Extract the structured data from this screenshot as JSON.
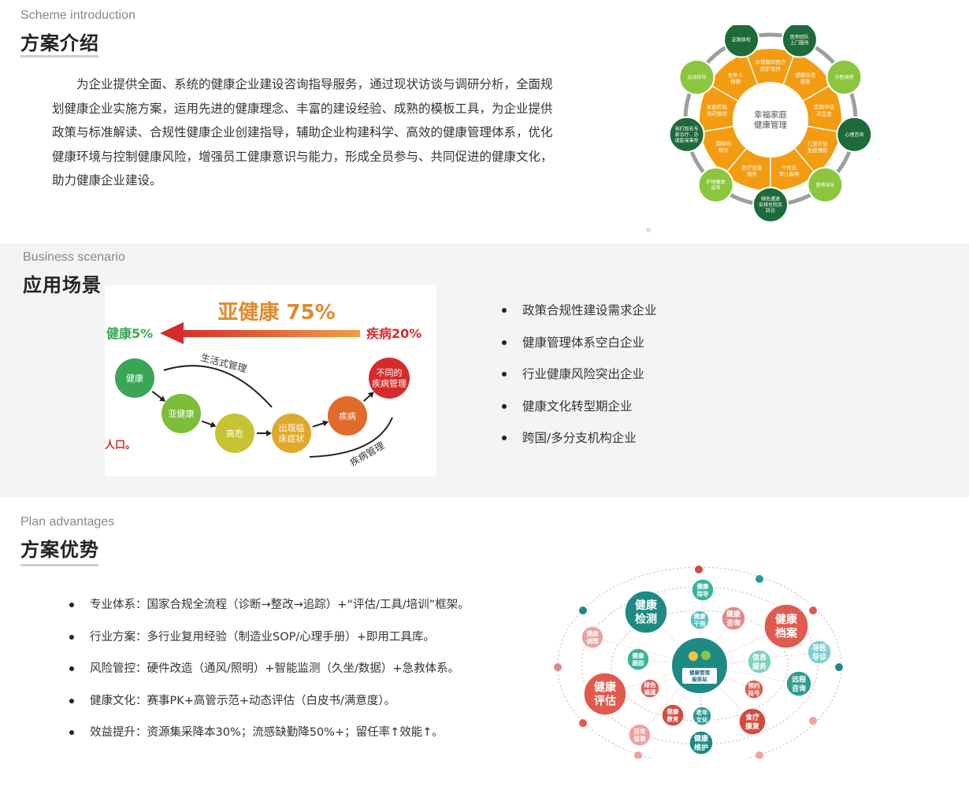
{
  "intro": {
    "en_title": "Scheme introduction",
    "cn_title": "方案介绍",
    "paragraph": "为企业提供全面、系统的健康企业建设咨询指导服务，通过现状访谈与调研分析，全面规划健康企业实施方案，运用先进的健康理念、丰富的建设经验、成熟的模板工具，为企业提供政策与标准解读、合规性健康企业创建指导，辅助企业构建科学、高效的健康管理体系，优化健康环境与控制健康风险，增强员工健康意识与能力，形成全员参与、共同促进的健康文化，助力健康企业建设。",
    "wheel": {
      "center": [
        "幸福家庭",
        "健康管理"
      ],
      "inner_segments": [
        [
          "孕育期间医疗",
          "照护支持"
        ],
        [
          "健康信息",
          "服务"
        ],
        [
          "定期评估",
          "及宣查"
        ],
        [
          "儿童计划",
          "免疫预防"
        ],
        [
          "个性化",
          "育儿指导"
        ],
        [
          "医疗设备",
          "服务"
        ],
        [
          "国际间",
          "转诊"
        ],
        [
          "家庭药箱",
          "用药指导"
        ],
        [
          "老年人",
          "保健"
        ]
      ],
      "outer_nodes": [
        [
          "医师团队",
          "上门服务"
        ],
        [
          "中医调理"
        ],
        [
          "心理咨询"
        ],
        [
          "营养指导"
        ],
        [
          "绿色通道",
          "安排住院及",
          "转诊"
        ],
        [
          "护理康复",
          "指导"
        ],
        [
          "我们知名专",
          "家诊疗、办",
          "理医保事务"
        ],
        [
          "运动指导"
        ],
        [
          "定期体检"
        ]
      ],
      "colors": {
        "orange": "#f39c12",
        "dark_green": "#1d6b3a",
        "light_green": "#8cc63f",
        "ring": "#9e9e9e"
      }
    }
  },
  "scenario": {
    "en_title": "Business scenario",
    "cn_title": "应用场景",
    "image": {
      "top_label": "亚健康 75%",
      "left_label": "健康5%",
      "right_label": "疾病20%",
      "lifestyle_label": "生活式管理",
      "disease_label": "疾病管理",
      "edge_text": "人口。",
      "nodes": [
        {
          "label": [
            "健康"
          ],
          "color": "#3aa655"
        },
        {
          "label": [
            "亚健康"
          ],
          "color": "#7cbd3a"
        },
        {
          "label": [
            "高危"
          ],
          "color": "#c6c433"
        },
        {
          "label": [
            "出现临",
            "床症状"
          ],
          "color": "#e0a82a"
        },
        {
          "label": [
            "疾病"
          ],
          "color": "#e06b2a"
        },
        {
          "label": [
            "不同的",
            "疾病管理"
          ],
          "color": "#d62b2b"
        }
      ]
    },
    "items": [
      "政策合规性建设需求企业",
      "健康管理体系空白企业",
      "行业健康风险突出企业",
      "健康文化转型期企业",
      "跨国/多分支机构企业"
    ]
  },
  "advantages": {
    "en_title": "Plan advantages",
    "cn_title": "方案优势",
    "items": [
      "专业体系：国家合规全流程（诊断→整改→追踪）+“评估/工具/培训”框架。",
      "行业方案：多行业复用经验（制造业SOP/心理手册）+即用工具库。",
      "风险管控：硬件改造（通风/照明）+智能监测（久坐/数据）+急救体系。",
      "健康文化：赛事PK+高管示范+动态评估（白皮书/满意度）。",
      "效益提升：资源集采降本30%；流感缺勤降50%+；留任率↑效能↑。"
    ],
    "network": {
      "center_label": [
        "健康管理",
        "服务站"
      ],
      "nodes": [
        {
          "label": [
            "健康",
            "检测"
          ],
          "color": "#1e8a84"
        },
        {
          "label": [
            "健康",
            "指导"
          ],
          "color": "#3bb39b"
        },
        {
          "label": [
            "健康",
            "干预"
          ],
          "color": "#4fc1c0"
        },
        {
          "label": [
            "健康",
            "咨询"
          ],
          "color": "#e08a8a"
        },
        {
          "label": [
            "健康",
            "档案"
          ],
          "color": "#e05a4e"
        },
        {
          "label": [
            "健康",
            "调理"
          ],
          "color": "#f0a0a0"
        },
        {
          "label": [
            "健康",
            "跟踪"
          ],
          "color": "#3bb39b"
        },
        {
          "label": [
            "信息",
            "服务"
          ],
          "color": "#7fcfc0"
        },
        {
          "label": [
            "导医",
            "导诊"
          ],
          "color": "#7fd0d0"
        },
        {
          "label": [
            "健康",
            "评估"
          ],
          "color": "#e05a4e"
        },
        {
          "label": [
            "绿色",
            "通道"
          ],
          "color": "#e06060"
        },
        {
          "label": [
            "预约",
            "挂号"
          ],
          "color": "#e05a4e"
        },
        {
          "label": [
            "远程",
            "咨询"
          ],
          "color": "#2f9a90"
        },
        {
          "label": [
            "健康",
            "教育"
          ],
          "color": "#d64a3e"
        },
        {
          "label": [
            "老年",
            "文化"
          ],
          "color": "#2f9a90"
        },
        {
          "label": [
            "食疗",
            "康复"
          ],
          "color": "#d64a3e"
        },
        {
          "label": [
            "日常",
            "监测"
          ],
          "color": "#f0a0a0"
        },
        {
          "label": [
            "健康",
            "维护"
          ],
          "color": "#1e8a84"
        }
      ]
    }
  }
}
